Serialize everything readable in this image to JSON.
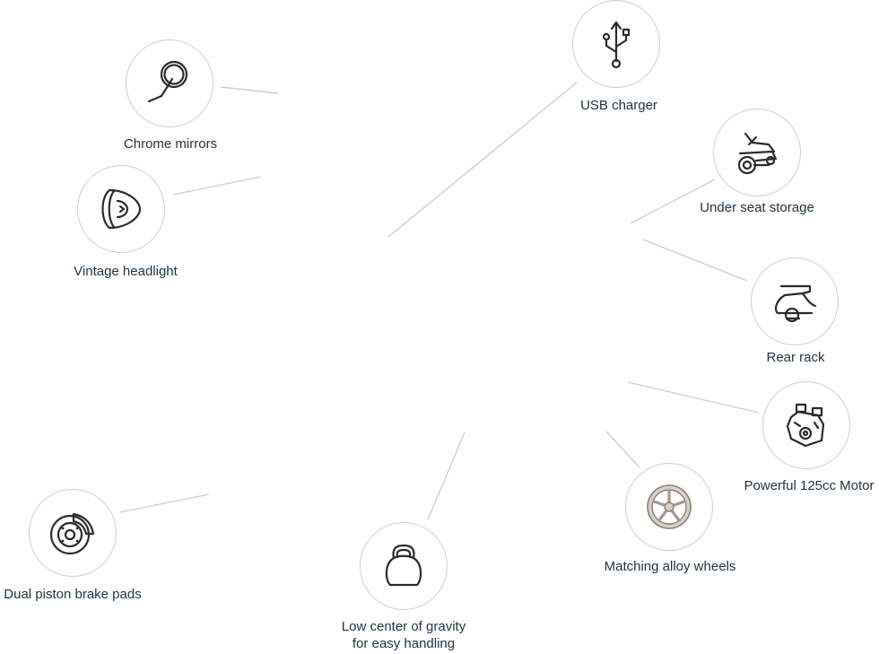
{
  "features": {
    "chrome_mirrors": {
      "label": "Chrome mirrors",
      "icon": "mirror-icon"
    },
    "vintage_headlight": {
      "label": "Vintage headlight",
      "icon": "headlight-icon"
    },
    "usb_charger": {
      "label": "USB charger",
      "icon": "usb-icon"
    },
    "under_seat_storage": {
      "label": "Under seat storage",
      "icon": "under-seat-storage-icon"
    },
    "rear_rack": {
      "label": "Rear rack",
      "icon": "rear-rack-icon"
    },
    "motor": {
      "label": "Powerful 125cc Motor",
      "icon": "engine-icon"
    },
    "alloy_wheels": {
      "label": "Matching alloy wheels",
      "icon": "alloy-wheel-icon"
    },
    "brake_pads": {
      "label": "Dual piston brake pads",
      "icon": "brake-disc-icon"
    },
    "gravity": {
      "label_line1": "Low center of gravity",
      "label_line2": "for easy handling",
      "icon": "kettlebell-icon"
    }
  },
  "colors": {
    "label": "#1d3342",
    "connector": "#cfcfcf",
    "circle_border": "#cfcfcf",
    "icon": "#2a2a2a"
  }
}
